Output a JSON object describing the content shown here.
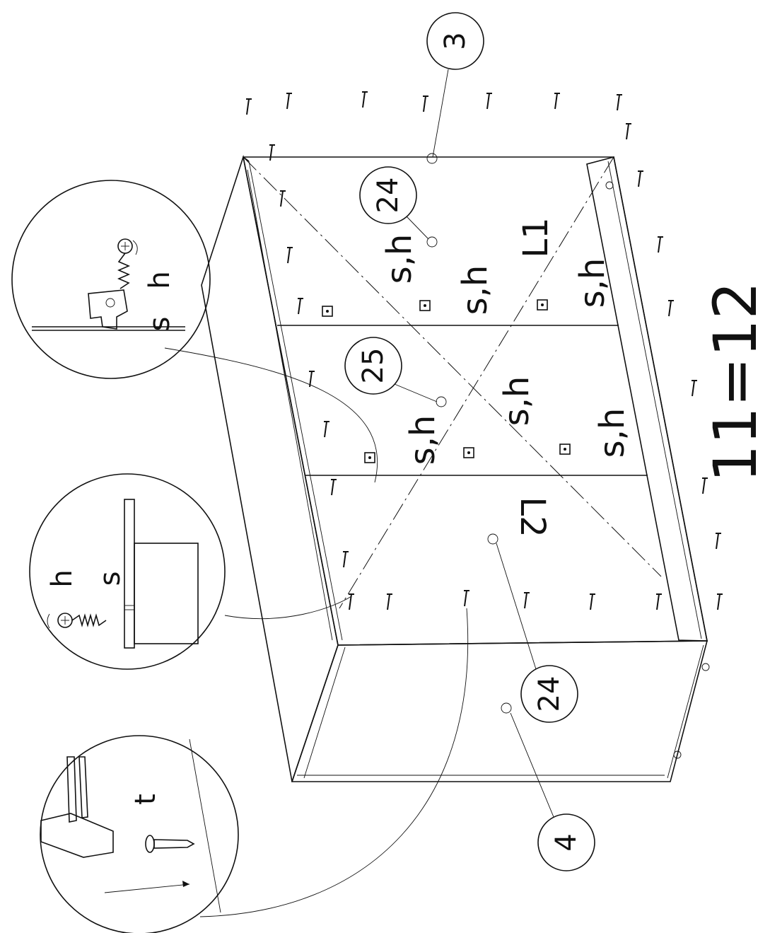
{
  "parts": {
    "p3": "3",
    "p24a": "24",
    "p25": "25",
    "p24b": "24",
    "p4": "4"
  },
  "panel_marks": {
    "L1": "L1",
    "L2": "L2",
    "sh": "s,h"
  },
  "detail_labels": {
    "h1": "h",
    "s1": "s",
    "h2": "h",
    "s2": "s",
    "t": "t"
  },
  "quantity": "11=12"
}
